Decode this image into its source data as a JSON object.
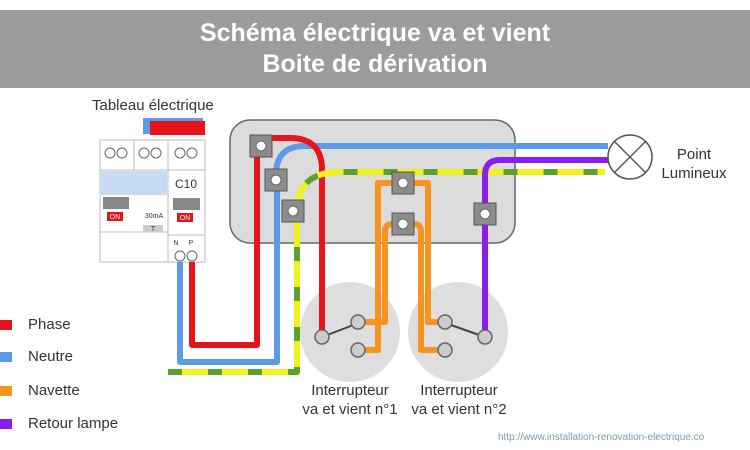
{
  "title": {
    "line1": "Schéma électrique va et vient",
    "line2": "Boite de dérivation"
  },
  "panel": {
    "label": "Tableau électrique",
    "breaker_rating": "C10",
    "diff_rating": "30mA",
    "diff_type": "T",
    "on_label": "ON",
    "neutral_label": "N",
    "phase_label": "P"
  },
  "lamp": {
    "line1": "Point",
    "line2": "Lumineux"
  },
  "switch1": {
    "line1": "Interrupteur",
    "line2": "va et vient n°1"
  },
  "switch2": {
    "line1": "Interrupteur",
    "line2": "va et vient n°2"
  },
  "legend": [
    {
      "label": "Phase",
      "color": "#e8141b"
    },
    {
      "label": "Neutre",
      "color": "#5b9bea"
    },
    {
      "label": "Navette",
      "color": "#f7931e"
    },
    {
      "label": "Retour lampe",
      "color": "#8a1ef0"
    }
  ],
  "earth_colors": {
    "yellow": "#f2f21a",
    "green": "#5aa032"
  },
  "source_url": "http://www.installation-renovation-electrique.co"
}
